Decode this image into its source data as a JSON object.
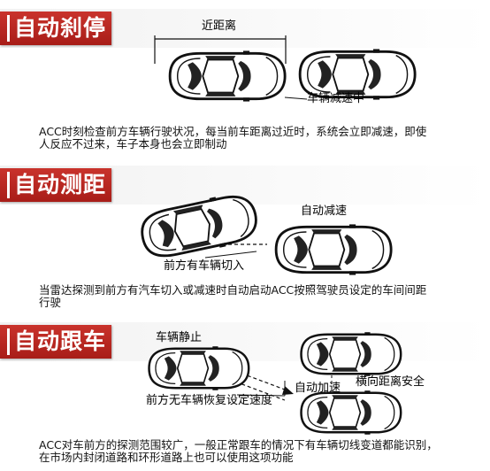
{
  "sections": [
    {
      "title": "自动刹停",
      "labels": {
        "distance": "近距离",
        "decelerating": "车辆减速中"
      },
      "description_lines": [
        "ACC时刻检查前方车辆行驶状况，每当前车距离过近时，系统会立即减速，即使",
        "人反应不过来，车子本身也会立即制动"
      ]
    },
    {
      "title": "自动测距",
      "labels": {
        "auto_decel": "自动减速",
        "cut_in": "前方有车辆切入"
      },
      "description_lines": [
        "当雷达探测到前方有汽车切入或减速时自动启动ACC按照驾驶员设定的车间间距",
        "行驶"
      ]
    },
    {
      "title": "自动跟车",
      "labels": {
        "stationary": "车辆静止",
        "auto_accel": "自动加速",
        "lateral_safe": "横向距离安全",
        "resume_speed": "前方无车辆恢复设定速度"
      },
      "description_lines": [
        "ACC对车前方的探测范围较广，一般正常跟车的情况下有车辆切线变道都能识别，",
        "在市场内封闭道路和环形道路上也可以使用这项功能"
      ]
    }
  ],
  "icons": [
    "car-top-view-icon",
    "arrow-icon"
  ],
  "colors": {
    "badge_red": "#b8261f",
    "header_gray": "#f1f1f1"
  }
}
